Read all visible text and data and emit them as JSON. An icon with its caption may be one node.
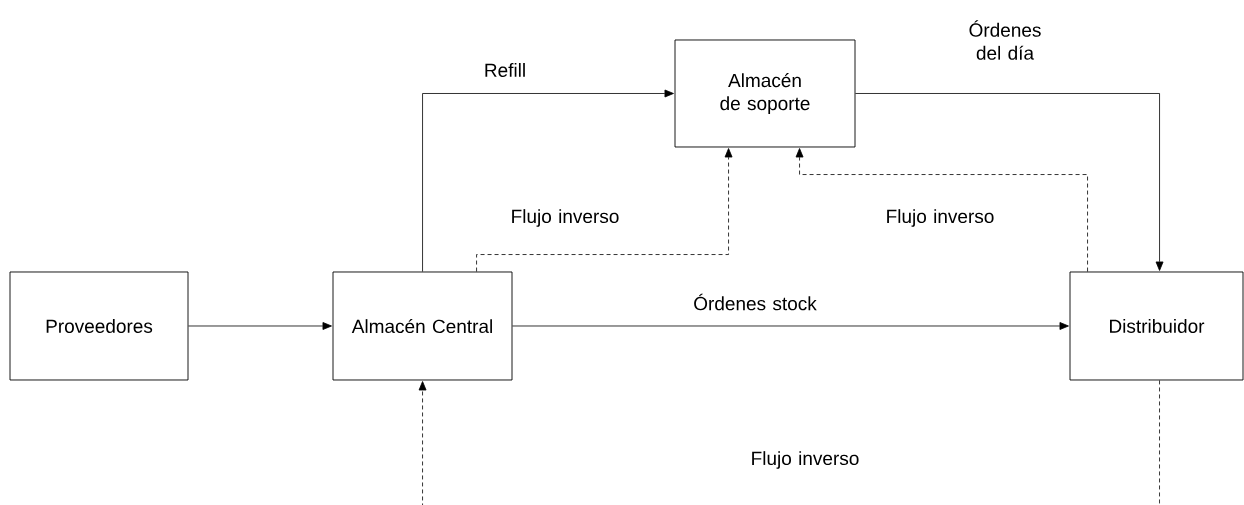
{
  "diagram": {
    "nodes": [
      {
        "text": [
          "Proveedores"
        ]
      },
      {
        "text": [
          "Almacén Central"
        ]
      },
      {
        "text": [
          "Almacén de soporte"
        ]
      },
      {
        "text": [
          "Distribuidor"
        ]
      }
    ],
    "edges": [
      {
        "from": 0,
        "to": 1,
        "arrow": "to"
      },
      {
        "from": 1,
        "to": 2,
        "arrow": "to",
        "label": "Refill"
      },
      {
        "from": 2,
        "to": 3,
        "arrow": "to",
        "label": "Órdenes del día"
      },
      {
        "from": 1,
        "to": 3,
        "arrow": "to",
        "label": "Órdenes stock"
      },
      {
        "from": 1,
        "to": 2,
        "arrow": "to",
        "label": "Flujo inverso",
        "style": "dashed"
      },
      {
        "from": 3,
        "to": 2,
        "arrow": "to",
        "label": "Flujo inverso",
        "style": "dashed"
      },
      {
        "from": 3,
        "to": 1,
        "arrow": "to",
        "label": "Flujo inverso",
        "style": "dashed"
      }
    ]
  }
}
